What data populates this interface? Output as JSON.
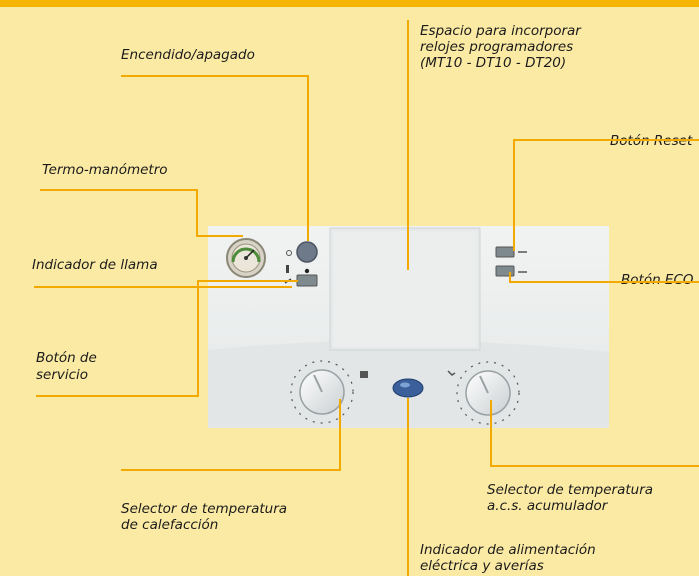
{
  "labels": {
    "encendido": "Encendido/apagado",
    "espacio": [
      "Espacio para incorporar",
      "relojes programadores",
      "(MT10 - DT10 - DT20)"
    ],
    "reset": "Botón Reset",
    "termo": "Termo-manómetro",
    "llama": "Indicador de llama",
    "eco": "Botón ECO",
    "servicio": [
      "Botón de",
      "servicio"
    ],
    "sel_calef": [
      "Selector de temperatura",
      "de calefacción"
    ],
    "sel_acs": [
      "Selector de temperatura",
      "a.c.s. acumulador"
    ],
    "alimentacion": [
      "Indicador de alimentación",
      "eléctrica y averías"
    ]
  },
  "colors": {
    "background": "#fbeaa4",
    "leader": "#f2a900",
    "panel": "#ecefee"
  }
}
